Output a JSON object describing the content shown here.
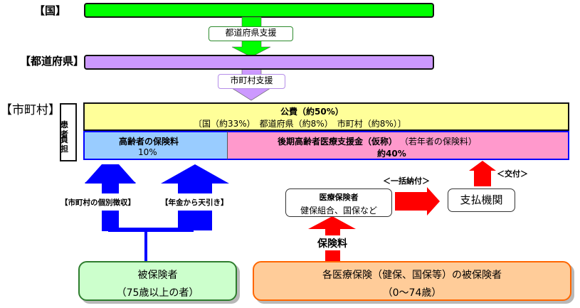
{
  "levels": {
    "national": {
      "label": "【国】",
      "color": "#00ff00"
    },
    "prefecture": {
      "label": "【都道府県】",
      "color": "#cc99ff"
    },
    "municipality": {
      "label": "【市町村】"
    }
  },
  "flows": {
    "prefecture_support": "都道府県支援",
    "municipal_support": "市町村支援"
  },
  "patient_burden": {
    "line1": "患者",
    "line2": "負担"
  },
  "funding": {
    "public": {
      "title": "公費（約50%）",
      "breakdown": "〔国（約33%）　都道府県（約8%）　市町村（約8%）〕",
      "color": "#ffff99"
    },
    "elderly_premium": {
      "title": "高齢者の保険料",
      "percent": "10%",
      "color": "#99ccff"
    },
    "support_fund": {
      "title": "後期高齢者医療支援金（仮称）",
      "note": "（若年者の保険料）",
      "percent": "約40%",
      "color": "#ff99cc"
    }
  },
  "collection": {
    "individual": "【市町村の個別徴収】",
    "pension": "【年金から天引き】"
  },
  "insurers": {
    "title": "医療保険者",
    "subtitle": "健保組合、国保など"
  },
  "lump_payment": "＜一括納付＞",
  "grant": "＜交付＞",
  "payment_agency": "支払機関",
  "premium": "保険料",
  "insured_elderly": {
    "line1": "被保険者",
    "line2": "（75歳以上の者）",
    "color": "#ccffcc"
  },
  "insured_young": {
    "line1": "各医療保険（健保、国保等）の被保険者",
    "line2": "（0～74歳）",
    "color": "#ffcc99"
  },
  "colors": {
    "blue_arrow": "#0000ff",
    "red_arrow": "#ff0000"
  }
}
